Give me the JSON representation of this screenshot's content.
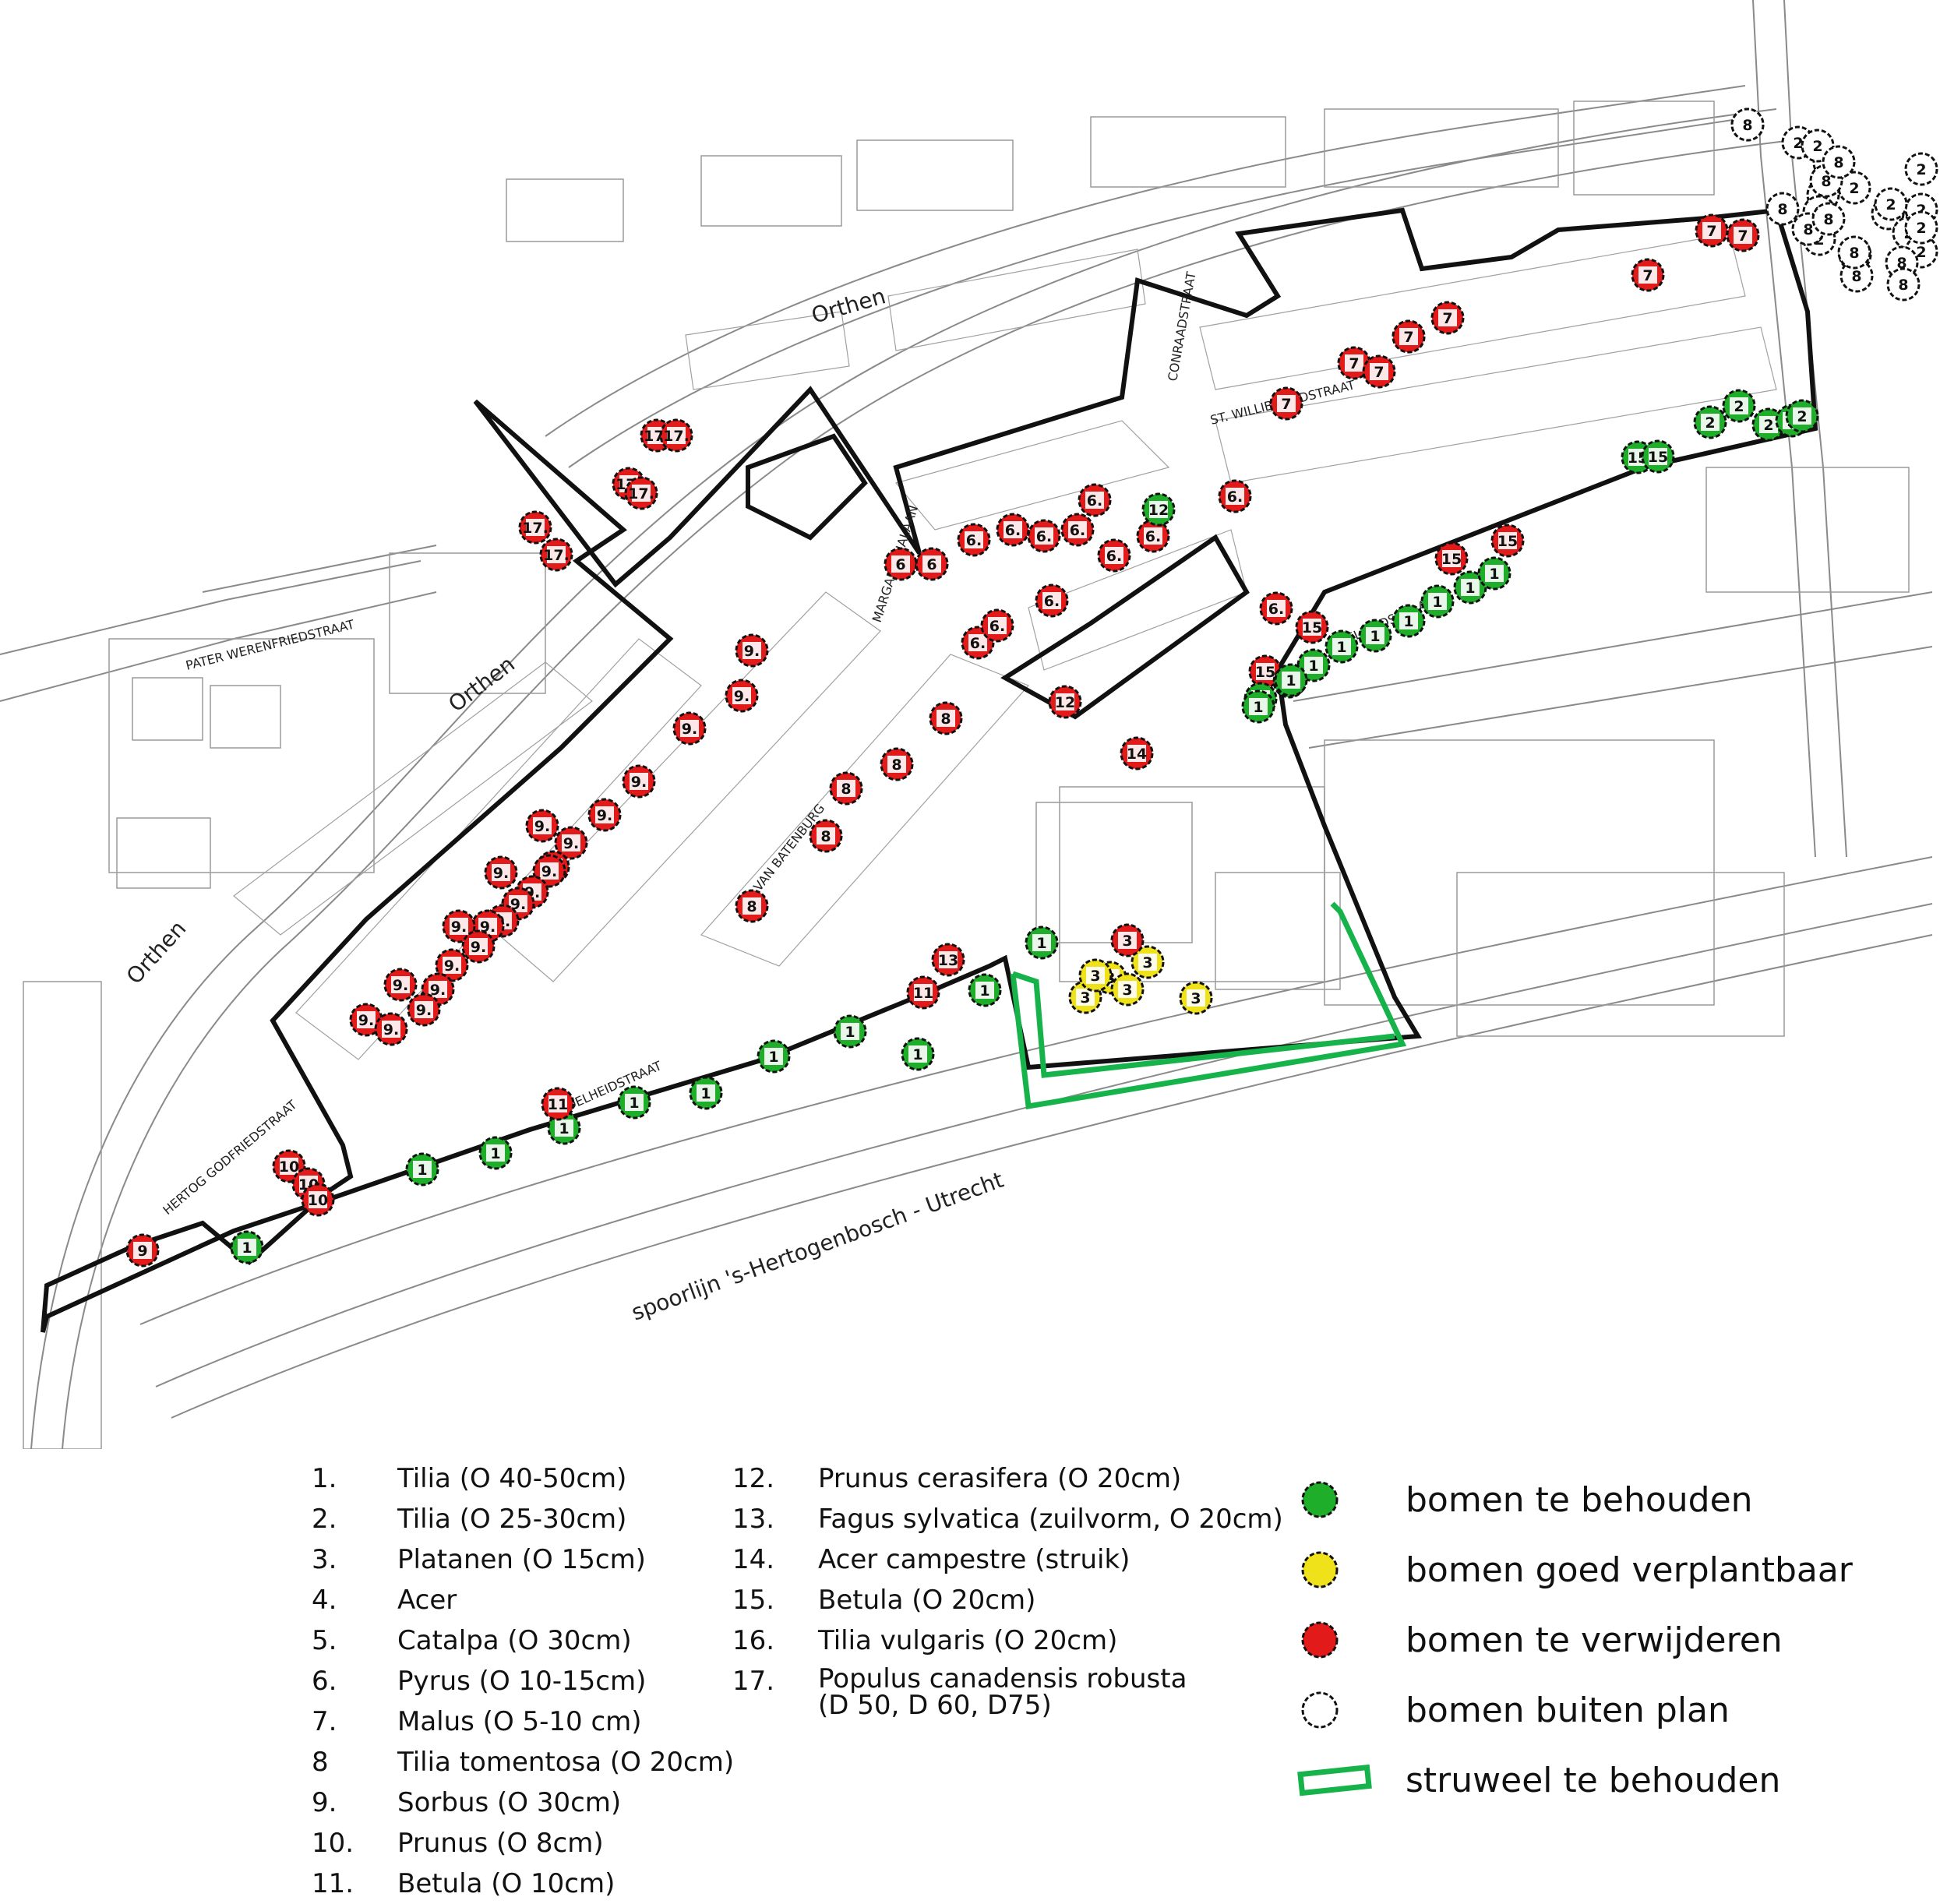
{
  "colors": {
    "keep": "#1fae2a",
    "transplant": "#f0e21a",
    "remove": "#e21a1a",
    "outside": "#ffffff",
    "shrub": "#16b34a",
    "boundary": "#111111",
    "lines": "#8a8a8a"
  },
  "streets": {
    "orthen_top": "Orthen",
    "orthen_mid": "Orthen",
    "orthen_left": "Orthen",
    "railway": "spoorlijn 's-Hertogenbosch - Utrecht",
    "pater": "PATER WERENFRIEDSTRAAT",
    "conrad": "CONRAADSTRAAT",
    "willibrord": "ST. WILLIBRORDSTRAAT",
    "adelheid_right": "ADELHEIDSTRAAT",
    "adelheid_left": "ADELHEIDSTRAAT",
    "hertog": "HERTOG GODFRIEDSTRAAT",
    "margaretha": "MARGARETHALAAN",
    "batenburg": "VAN BATENBURG"
  },
  "trees": [
    {
      "n": "17.",
      "s": "remove"
    },
    {
      "n": "17.",
      "s": "remove"
    },
    {
      "n": "17.",
      "s": "remove"
    },
    {
      "n": "17.",
      "s": "remove"
    },
    {
      "n": "17.",
      "s": "remove"
    },
    {
      "n": "17.",
      "s": "remove"
    },
    {
      "n": "9.",
      "s": "remove"
    },
    {
      "n": "9.",
      "s": "remove"
    },
    {
      "n": "9.",
      "s": "remove"
    },
    {
      "n": "9.",
      "s": "remove"
    },
    {
      "n": "9.",
      "s": "remove"
    },
    {
      "n": "9.",
      "s": "remove"
    },
    {
      "n": "9.",
      "s": "remove"
    },
    {
      "n": "9.",
      "s": "remove"
    },
    {
      "n": "9.",
      "s": "remove"
    },
    {
      "n": "9.",
      "s": "remove"
    },
    {
      "n": "9.",
      "s": "remove"
    },
    {
      "n": "9.",
      "s": "remove"
    },
    {
      "n": "9.",
      "s": "remove"
    },
    {
      "n": "9.",
      "s": "remove"
    },
    {
      "n": "9.",
      "s": "remove"
    },
    {
      "n": "9.",
      "s": "remove"
    },
    {
      "n": "9.",
      "s": "remove"
    },
    {
      "n": "9.",
      "s": "remove"
    },
    {
      "n": "9.",
      "s": "remove"
    },
    {
      "n": "9.",
      "s": "remove"
    },
    {
      "n": "9.",
      "s": "remove"
    },
    {
      "n": "9.",
      "s": "remove"
    },
    {
      "n": "9",
      "s": "remove"
    },
    {
      "n": "8",
      "s": "remove"
    },
    {
      "n": "8",
      "s": "remove"
    },
    {
      "n": "8",
      "s": "remove"
    },
    {
      "n": "8",
      "s": "remove"
    },
    {
      "n": "8",
      "s": "remove"
    },
    {
      "n": "6",
      "s": "remove"
    },
    {
      "n": "6",
      "s": "remove"
    },
    {
      "n": "6.",
      "s": "remove"
    },
    {
      "n": "6.",
      "s": "remove"
    },
    {
      "n": "6.",
      "s": "remove"
    },
    {
      "n": "6.",
      "s": "remove"
    },
    {
      "n": "6.",
      "s": "remove"
    },
    {
      "n": "6.",
      "s": "remove"
    },
    {
      "n": "6.",
      "s": "remove"
    },
    {
      "n": "6.",
      "s": "remove"
    },
    {
      "n": "6.",
      "s": "remove"
    },
    {
      "n": "6.",
      "s": "remove"
    },
    {
      "n": "6.",
      "s": "remove"
    },
    {
      "n": "6.",
      "s": "remove"
    },
    {
      "n": "12",
      "s": "keep"
    },
    {
      "n": "12",
      "s": "remove"
    },
    {
      "n": "14",
      "s": "remove"
    },
    {
      "n": "7",
      "s": "remove"
    },
    {
      "n": "7",
      "s": "remove"
    },
    {
      "n": "7",
      "s": "remove"
    },
    {
      "n": "7",
      "s": "remove"
    },
    {
      "n": "7",
      "s": "remove"
    },
    {
      "n": "7",
      "s": "remove"
    },
    {
      "n": "7",
      "s": "remove"
    },
    {
      "n": "7",
      "s": "remove"
    },
    {
      "n": "7",
      "s": "remove"
    },
    {
      "n": "15",
      "s": "remove"
    },
    {
      "n": "15",
      "s": "remove"
    },
    {
      "n": "15",
      "s": "remove"
    },
    {
      "n": "15",
      "s": "remove"
    },
    {
      "n": "15",
      "s": "keep"
    },
    {
      "n": "15",
      "s": "keep"
    },
    {
      "n": "1",
      "s": "keep"
    },
    {
      "n": "1",
      "s": "keep"
    },
    {
      "n": "1",
      "s": "keep"
    },
    {
      "n": "1",
      "s": "keep"
    },
    {
      "n": "1",
      "s": "keep"
    },
    {
      "n": "1",
      "s": "keep"
    },
    {
      "n": "1",
      "s": "keep"
    },
    {
      "n": "1",
      "s": "keep"
    },
    {
      "n": "1",
      "s": "keep"
    },
    {
      "n": "1",
      "s": "keep"
    },
    {
      "n": "1",
      "s": "keep"
    },
    {
      "n": "1",
      "s": "keep"
    },
    {
      "n": "1",
      "s": "keep"
    },
    {
      "n": "1",
      "s": "keep"
    },
    {
      "n": "1",
      "s": "keep"
    },
    {
      "n": "1",
      "s": "keep"
    },
    {
      "n": "1",
      "s": "keep"
    },
    {
      "n": "1",
      "s": "keep"
    },
    {
      "n": "1",
      "s": "keep"
    },
    {
      "n": "1",
      "s": "keep"
    },
    {
      "n": "1",
      "s": "keep"
    },
    {
      "n": "1",
      "s": "keep"
    },
    {
      "n": "11",
      "s": "remove"
    },
    {
      "n": "11",
      "s": "remove"
    },
    {
      "n": "13",
      "s": "remove"
    },
    {
      "n": "10",
      "s": "remove"
    },
    {
      "n": "10",
      "s": "remove"
    },
    {
      "n": "10",
      "s": "remove"
    },
    {
      "n": "3",
      "s": "transplant"
    },
    {
      "n": "3",
      "s": "transplant"
    },
    {
      "n": "3",
      "s": "transplant"
    },
    {
      "n": "3",
      "s": "transplant"
    },
    {
      "n": "3",
      "s": "transplant"
    },
    {
      "n": "3",
      "s": "transplant"
    },
    {
      "n": "3",
      "s": "remove"
    },
    {
      "n": "2",
      "s": "keep"
    },
    {
      "n": "2",
      "s": "keep"
    },
    {
      "n": "2",
      "s": "keep"
    },
    {
      "n": "2",
      "s": "keep"
    },
    {
      "n": "2",
      "s": "keep"
    },
    {
      "n": "2",
      "s": "outside"
    },
    {
      "n": "2",
      "s": "outside"
    },
    {
      "n": "2",
      "s": "outside"
    },
    {
      "n": "2",
      "s": "outside"
    },
    {
      "n": "2",
      "s": "outside"
    },
    {
      "n": "2",
      "s": "outside"
    },
    {
      "n": "2",
      "s": "outside"
    },
    {
      "n": "2",
      "s": "outside"
    },
    {
      "n": "2",
      "s": "outside"
    },
    {
      "n": "2",
      "s": "outside"
    },
    {
      "n": "2",
      "s": "outside"
    },
    {
      "n": "2",
      "s": "outside"
    },
    {
      "n": "2",
      "s": "outside"
    },
    {
      "n": "2",
      "s": "outside"
    },
    {
      "n": "8",
      "s": "outside"
    },
    {
      "n": "8",
      "s": "outside"
    },
    {
      "n": "8",
      "s": "outside"
    },
    {
      "n": "8",
      "s": "outside"
    },
    {
      "n": "8",
      "s": "outside"
    },
    {
      "n": "8",
      "s": "outside"
    },
    {
      "n": "8",
      "s": "outside"
    },
    {
      "n": "8",
      "s": "outside"
    },
    {
      "n": "8",
      "s": "outside"
    },
    {
      "n": "8",
      "s": "outside"
    },
    {
      "n": "8",
      "s": "outside"
    },
    {
      "n": "8",
      "s": "outside"
    }
  ],
  "species_left": [
    {
      "num": "1.",
      "name": "Tilia (O 40-50cm)"
    },
    {
      "num": "2.",
      "name": "Tilia (O 25-30cm)"
    },
    {
      "num": "3.",
      "name": "Platanen (O 15cm)"
    },
    {
      "num": "4.",
      "name": "Acer"
    },
    {
      "num": "5.",
      "name": "Catalpa (O 30cm)"
    },
    {
      "num": "6.",
      "name": "Pyrus (O 10-15cm)"
    },
    {
      "num": "7.",
      "name": "Malus (O 5-10 cm)"
    },
    {
      "num": "8",
      "name": "Tilia tomentosa (O 20cm)"
    },
    {
      "num": "9.",
      "name": "Sorbus (O 30cm)"
    },
    {
      "num": "10.",
      "name": "Prunus (O 8cm)"
    },
    {
      "num": "11.",
      "name": "Betula (O 10cm)"
    }
  ],
  "species_right": [
    {
      "num": "12.",
      "name": "Prunus cerasifera (O 20cm)"
    },
    {
      "num": "13.",
      "name": "Fagus sylvatica (zuilvorm, O 20cm)"
    },
    {
      "num": "14.",
      "name": "Acer campestre (struik)"
    },
    {
      "num": "15.",
      "name": "Betula (O 20cm)"
    },
    {
      "num": "16.",
      "name": "Tilia vulgaris (O 20cm)"
    },
    {
      "num": "17.",
      "name": "Populus canadensis robusta\n(D 50, D 60, D75)"
    }
  ],
  "legend": [
    {
      "key": "keep",
      "label": "bomen te behouden"
    },
    {
      "key": "transplant",
      "label": "bomen goed verplantbaar"
    },
    {
      "key": "remove",
      "label": "bomen te verwijderen"
    },
    {
      "key": "outside",
      "label": "bomen buiten plan"
    },
    {
      "key": "shrub",
      "label": "struweel te behouden"
    }
  ]
}
